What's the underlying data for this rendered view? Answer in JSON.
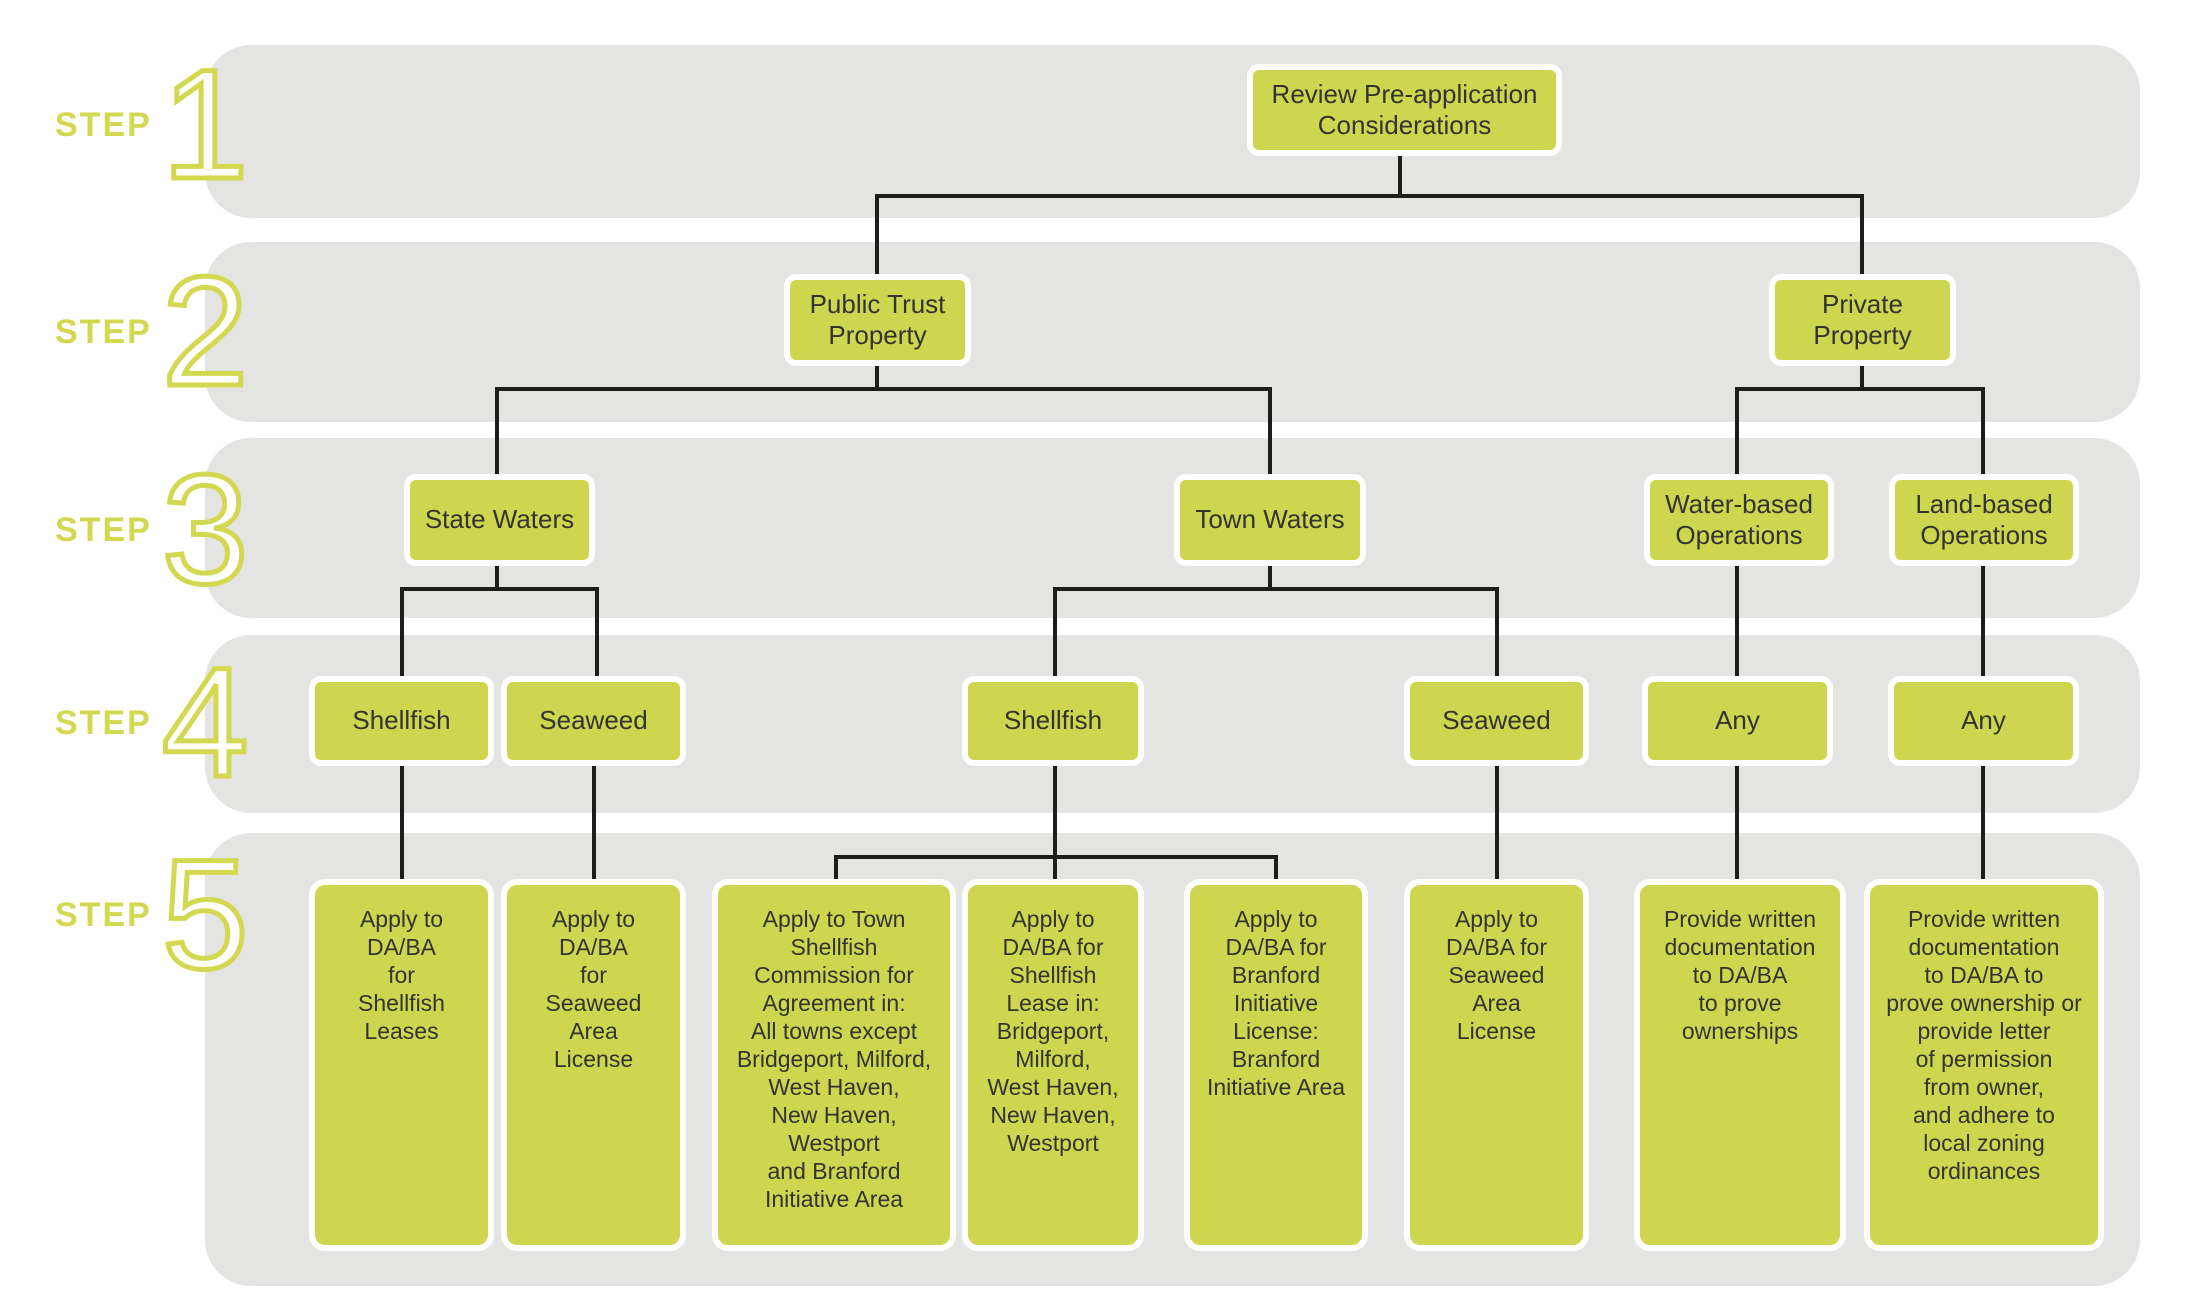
{
  "colors": {
    "accent_green": "#ced64f",
    "step_label_green": "#d2d950",
    "band_gray": "#e4e4e2",
    "connector_black": "#1d1d1b",
    "node_text": "#333330",
    "node_border": "#ffffff"
  },
  "steps": [
    {
      "prefix": "STEP",
      "number": "1"
    },
    {
      "prefix": "STEP",
      "number": "2"
    },
    {
      "prefix": "STEP",
      "number": "3"
    },
    {
      "prefix": "STEP",
      "number": "4"
    },
    {
      "prefix": "STEP",
      "number": "5"
    }
  ],
  "nodes": {
    "review": "Review Pre-application\nConsiderations",
    "public_trust": "Public Trust\nProperty",
    "private_property": "Private\nProperty",
    "state_waters": "State Waters",
    "town_waters": "Town Waters",
    "water_based": "Water-based\nOperations",
    "land_based": "Land-based\nOperations",
    "shellfish_state": "Shellfish",
    "seaweed_state": "Seaweed",
    "shellfish_town": "Shellfish",
    "seaweed_town": "Seaweed",
    "any_water": "Any",
    "any_land": "Any",
    "apply_shellfish_leases": "Apply to\nDA/BA\nfor\nShellfish\nLeases",
    "apply_seaweed_license_state": "Apply to\nDA/BA\nfor\nSeaweed\nArea\nLicense",
    "apply_town_commission": "Apply to Town\nShellfish\nCommission for\nAgreement in:\nAll towns except\nBridgeport, Milford,\nWest Haven,\nNew Haven,\nWestport\nand Branford\nInitiative Area",
    "apply_daba_shellfish_lease": "Apply to\nDA/BA for\nShellfish\nLease in:\nBridgeport,\nMilford,\nWest Haven,\nNew Haven,\nWestport",
    "apply_daba_branford": "Apply to\nDA/BA for\nBranford\nInitiative\nLicense:\nBranford\nInitiative Area",
    "apply_seaweed_license_town": "Apply to\nDA/BA for\nSeaweed\nArea\nLicense",
    "provide_docs_water": "Provide written\ndocumentation\nto DA/BA\nto prove\nownerships",
    "provide_docs_land": "Provide written\ndocumentation\nto DA/BA to\nprove ownership or\nprovide  letter\nof permission\nfrom owner,\nand adhere to\nlocal zoning\nordinances"
  }
}
